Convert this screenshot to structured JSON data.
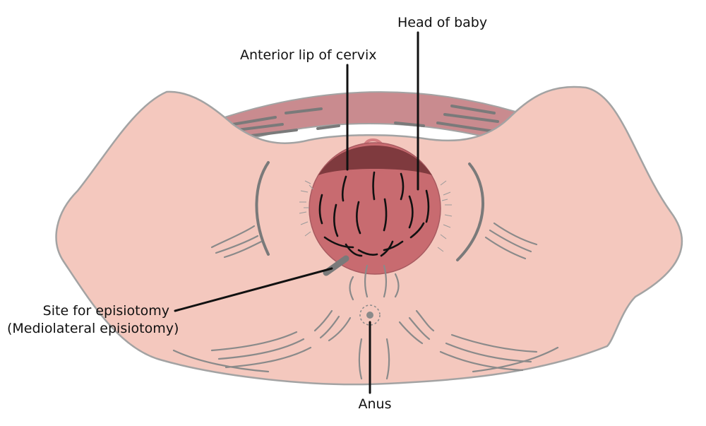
{
  "labels": {
    "head_of_baby": "Head of baby",
    "anterior_lip_of_cervix": "Anterior lip of cervix",
    "site_for_episiotomy": "Site for episiotomy",
    "mediolateral_episiotomy": "(Mediolateral episiotomy)",
    "anus": "Anus"
  },
  "colors": {
    "skin": "#f4c8be",
    "outline": "#a3a3a3",
    "pubic_band": "#c98b8f",
    "baby_head": "#c86b70",
    "cervix_lip": "#7f3a3e",
    "leader_line": "#111111"
  }
}
